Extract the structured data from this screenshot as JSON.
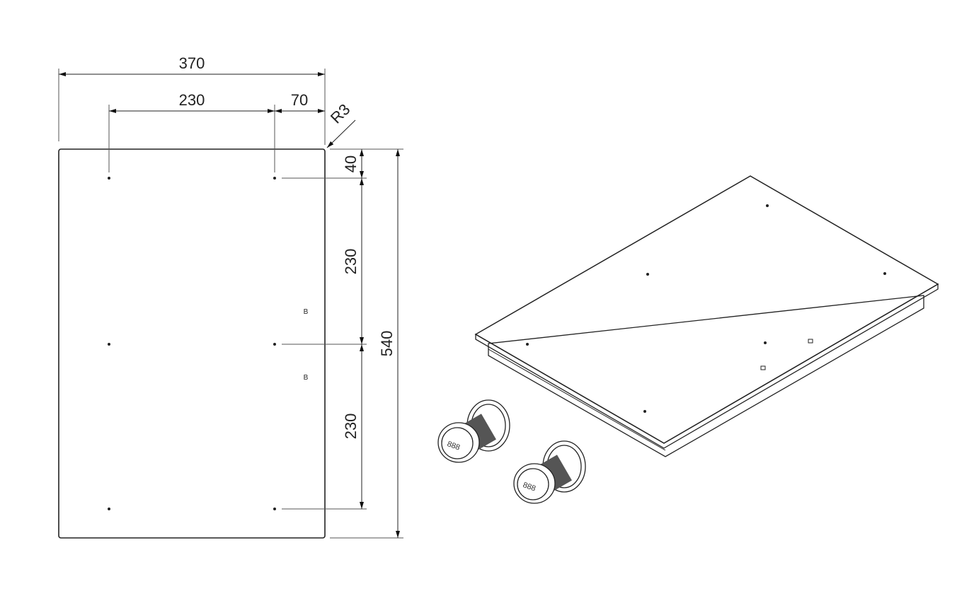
{
  "drawing": {
    "top_view": {
      "dimensions": {
        "overall_width": "370",
        "hole_spacing_horizontal": "230",
        "hole_edge_offset_horizontal": "70",
        "corner_radius": "R3",
        "hole_edge_offset_vertical": "40",
        "hole_spacing_vertical_upper": "230",
        "hole_spacing_vertical_lower": "230",
        "overall_depth": "540"
      },
      "mark_symbol": "B"
    },
    "perspective_view": {
      "knob_count": 2,
      "knob_display": "888"
    }
  }
}
